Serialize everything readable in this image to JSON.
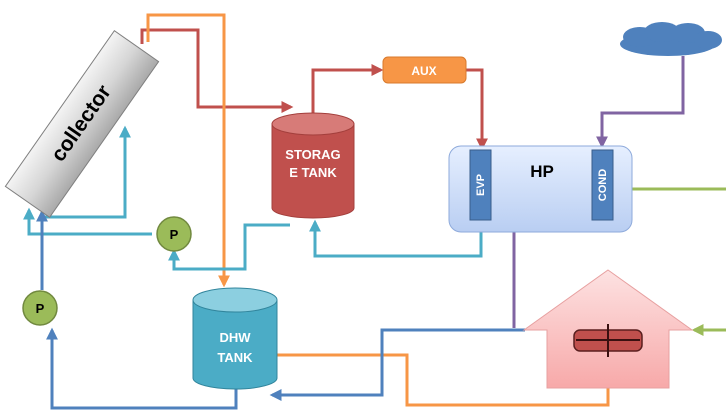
{
  "collector": {
    "label": "collector"
  },
  "storage_tank": {
    "label_line1": "STORAG",
    "label_line2": "E TANK"
  },
  "aux": {
    "label": "AUX"
  },
  "heat_pump": {
    "label": "HP",
    "evaporator_label": "EVP",
    "condenser_label": "COND"
  },
  "dhw_tank": {
    "label_line1": "DHW",
    "label_line2": "TANK"
  },
  "pump_upper": {
    "label": "P"
  },
  "pump_lower": {
    "label": "P"
  },
  "colors": {
    "red_pipe": "#c0504d",
    "orange_pipe": "#f79646",
    "blue_pipe": "#4bacc6",
    "purple_pipe": "#8064a2",
    "dark_blue_pipe": "#4f81bd",
    "green_pipe": "#9bbb59"
  }
}
